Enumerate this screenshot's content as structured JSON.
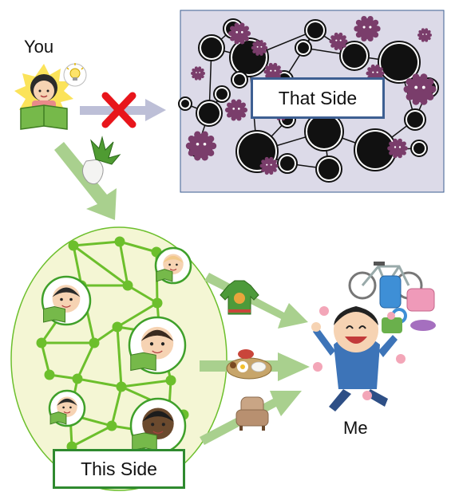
{
  "labels": {
    "you": "You",
    "me": "Me",
    "that_side": "That Side",
    "this_side": "This Side"
  },
  "colors": {
    "that_side_panel": "#dcdae8",
    "that_side_border": "#3d5f92",
    "this_side_oval": "#f4f6d4",
    "network_green": "#6cbf2c",
    "arrow_green": "#a9d08e",
    "arrow_gray": "#bdbfd7",
    "blocked_x": "#e8151b",
    "virus_purple": "#7a3d6b"
  },
  "icons": [
    "reading-girl-icon",
    "lightbulb-icon",
    "blocked-x-icon",
    "radish-icon",
    "virus-icon",
    "silhouette-icon",
    "reading-person-icon",
    "sweater-icon",
    "meal-icon",
    "armchair-icon",
    "bicycle-icon",
    "happy-boy-icon",
    "flower-icon"
  ]
}
